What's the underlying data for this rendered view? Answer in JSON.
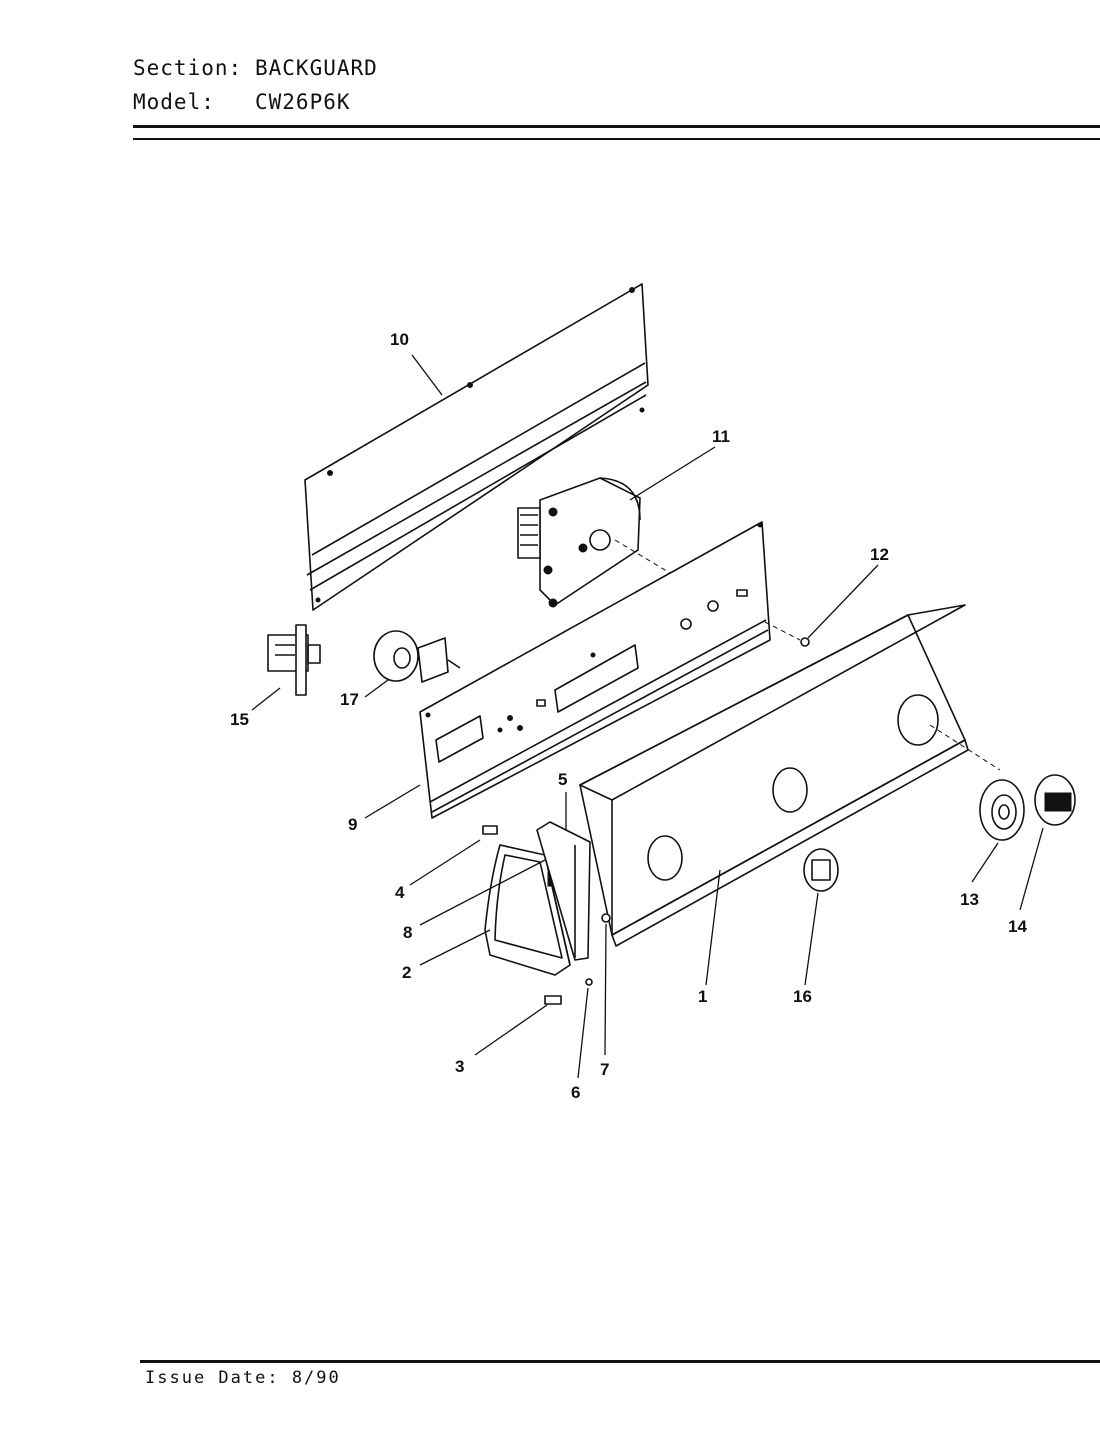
{
  "header": {
    "section_label": "Section:",
    "section_value": "BACKGUARD",
    "model_label": "Model:",
    "model_value": "CW26P6K"
  },
  "footer": {
    "issue_date": "Issue Date: 8/90"
  },
  "callouts": {
    "c1": "1",
    "c2": "2",
    "c3": "3",
    "c4": "4",
    "c5": "5",
    "c6": "6",
    "c7": "7",
    "c8": "8",
    "c9": "9",
    "c10": "10",
    "c11": "11",
    "c12": "12",
    "c13": "13",
    "c14": "14",
    "c15": "15",
    "c16": "16",
    "c17": "17"
  }
}
